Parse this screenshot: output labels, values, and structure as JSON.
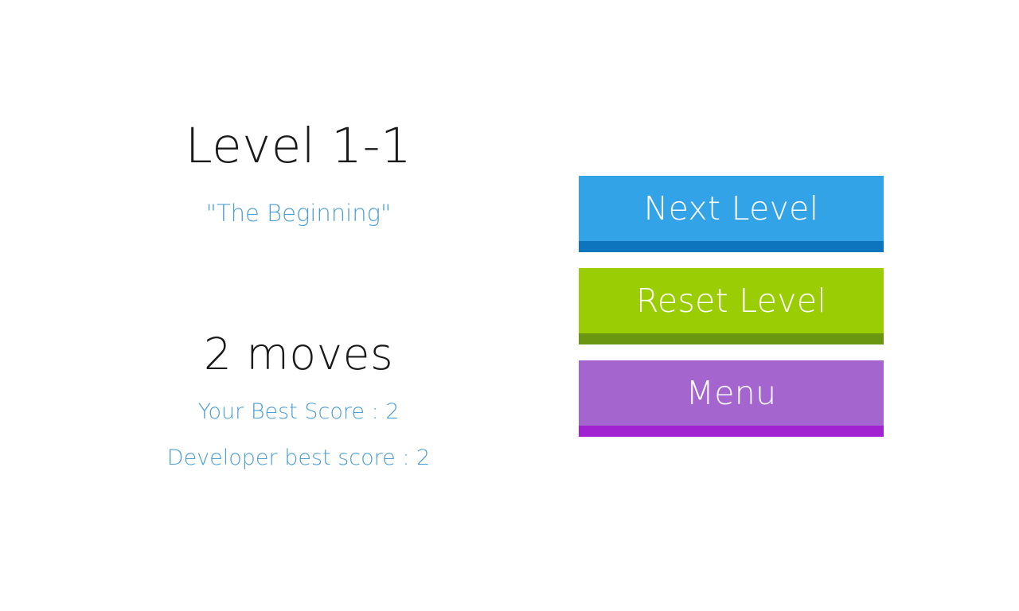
{
  "screen": {
    "background_color": "#ffffff",
    "name": "level-complete-screen"
  },
  "level_info": {
    "title": "Level 1-1",
    "subtitle": "\"The Beginning\"",
    "moves": "2 moves",
    "your_best_score": "Your Best Score : 2",
    "developer_best_score": "Developer best score : 2",
    "accent_text_color": "#4d9fd3",
    "title_color": "#1a1a1a"
  },
  "buttons": [
    {
      "id": "next-level",
      "label": "Next Level",
      "face_color": "#33a3e8",
      "shadow_color": "#0d75bd",
      "text_color": "#ffffff"
    },
    {
      "id": "reset-level",
      "label": "Reset Level",
      "face_color": "#9bcd05",
      "shadow_color": "#6a9612",
      "text_color": "#ffffff"
    },
    {
      "id": "menu",
      "label": "Menu",
      "face_color": "#a565ce",
      "shadow_color": "#a022d1",
      "text_color": "#ffffff"
    }
  ]
}
